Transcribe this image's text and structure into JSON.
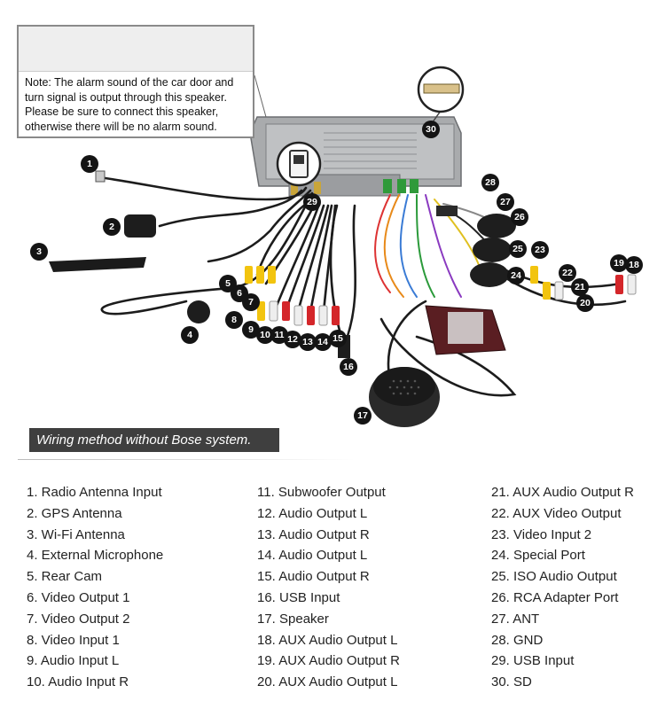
{
  "note": {
    "text": "Note: The alarm sound of the car door and turn signal is output through this speaker. Please be sure to connect this speaker, otherwise there will be no alarm sound."
  },
  "callouts": [
    "1",
    "2",
    "3",
    "4",
    "5",
    "6",
    "7",
    "8",
    "9",
    "10",
    "11",
    "12",
    "13",
    "14",
    "15",
    "16",
    "17",
    "18",
    "19",
    "20",
    "21",
    "22",
    "23",
    "24",
    "25",
    "26",
    "27",
    "28",
    "29",
    "30"
  ],
  "banner": {
    "text": "Wiring method without Bose system."
  },
  "legend": {
    "col1": [
      "1. Radio Antenna Input",
      "2. GPS Antenna",
      "3. Wi-Fi Antenna",
      "4. External Microphone",
      "5. Rear Cam",
      "6. Video Output  1",
      "7. Video Output  2",
      "8. Video Input 1",
      "9. Audio Input L",
      "10. Audio Input R"
    ],
    "col2": [
      "11. Subwoofer Output",
      "12. Audio Output L",
      "13. Audio Output R",
      "14. Audio Output L",
      "15. Audio Output R",
      "16. USB Input",
      "17. Speaker",
      "18. AUX Audio Output L",
      "19. AUX Audio Output R",
      "20. AUX Audio Output L"
    ],
    "col3": [
      "21. AUX Audio Output R",
      "22. AUX Video Output",
      "23. Video Input 2",
      "24. Special Port",
      "25. ISO Audio Output",
      "26. RCA Adapter Port",
      "27. ANT",
      "28. GND",
      "29. USB Input",
      "30. SD"
    ]
  },
  "colors": {
    "badge": "#141414",
    "rca_yellow": "#f2c40f",
    "rca_red": "#d4262a",
    "rca_white": "#eeeeee",
    "arrow": "#e0161f",
    "banner": "#3f3f3f"
  }
}
